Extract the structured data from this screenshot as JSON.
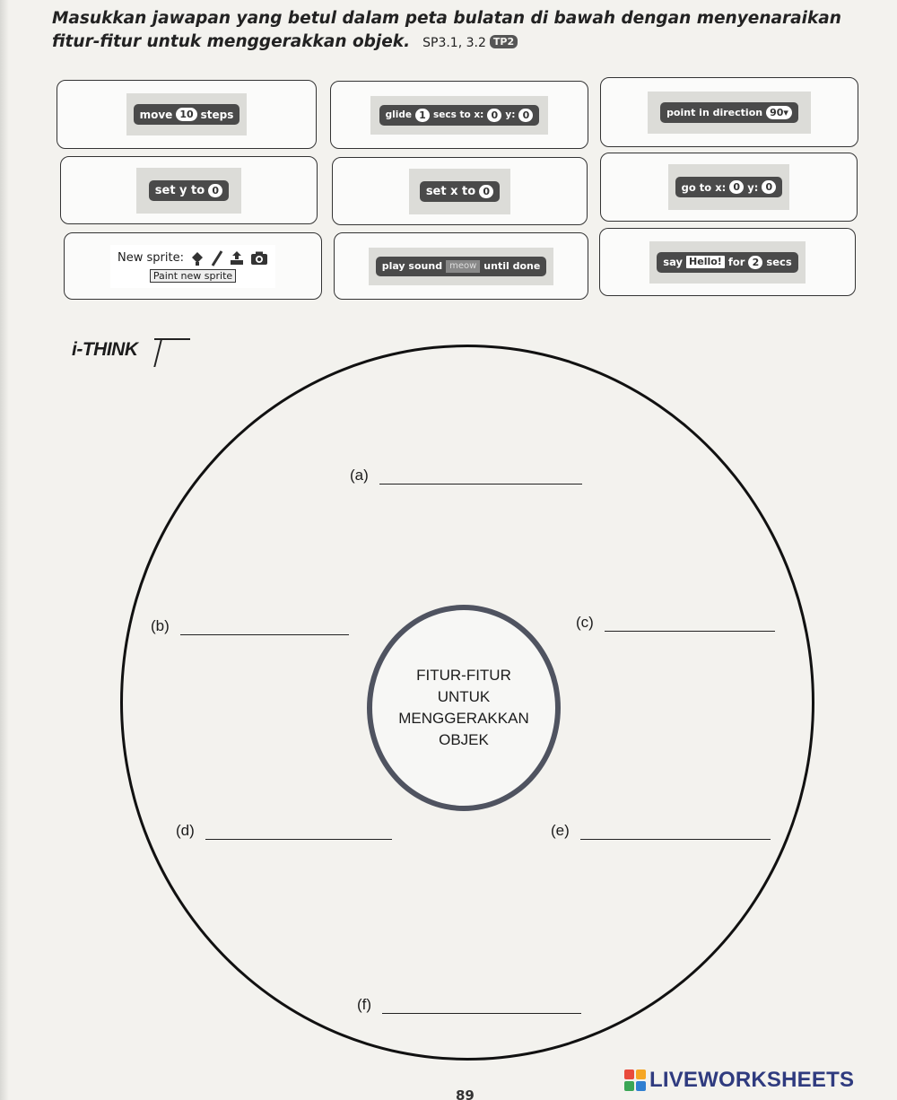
{
  "instruction": {
    "text": "Masukkan jawapan yang betul dalam peta bulatan di bawah dengan menyenaraikan fitur-fitur untuk menggerakkan objek.",
    "codes": "SP3.1, 3.2",
    "badge": "TP2"
  },
  "cards": {
    "move": {
      "w1": "move",
      "v1": "10",
      "w2": "steps"
    },
    "glide": {
      "w1": "glide",
      "v1": "1",
      "w2": "secs to x:",
      "v2": "0",
      "w3": "y:",
      "v3": "0"
    },
    "point": {
      "w1": "point in direction",
      "v1": "90▾"
    },
    "set_y": {
      "w1": "set y to",
      "v1": "0"
    },
    "set_x": {
      "w1": "set x to",
      "v1": "0"
    },
    "go_to": {
      "w1": "go to x:",
      "v1": "0",
      "w2": "y:",
      "v2": "0"
    },
    "sprite": {
      "label": "New sprite:",
      "tooltip": "Paint new sprite"
    },
    "sound": {
      "w1": "play sound",
      "v1": "meow",
      "w2": "until done"
    },
    "say": {
      "w1": "say",
      "v1": "Hello!",
      "w2": "for",
      "v2": "2",
      "w3": "secs"
    }
  },
  "ithink": "i-THINK",
  "center": "FITUR-FITUR\nUNTUK\nMENGGERAKKAN\nOBJEK",
  "answers": {
    "a": "(a)",
    "b": "(b)",
    "c": "(c)",
    "d": "(d)",
    "e": "(e)",
    "f": "(f)"
  },
  "page_number": "89",
  "logo": {
    "text": "LIVEWORKSHEETS",
    "colors": [
      "#e94b3c",
      "#f5a623",
      "#3aa655",
      "#2f7fd1"
    ]
  }
}
